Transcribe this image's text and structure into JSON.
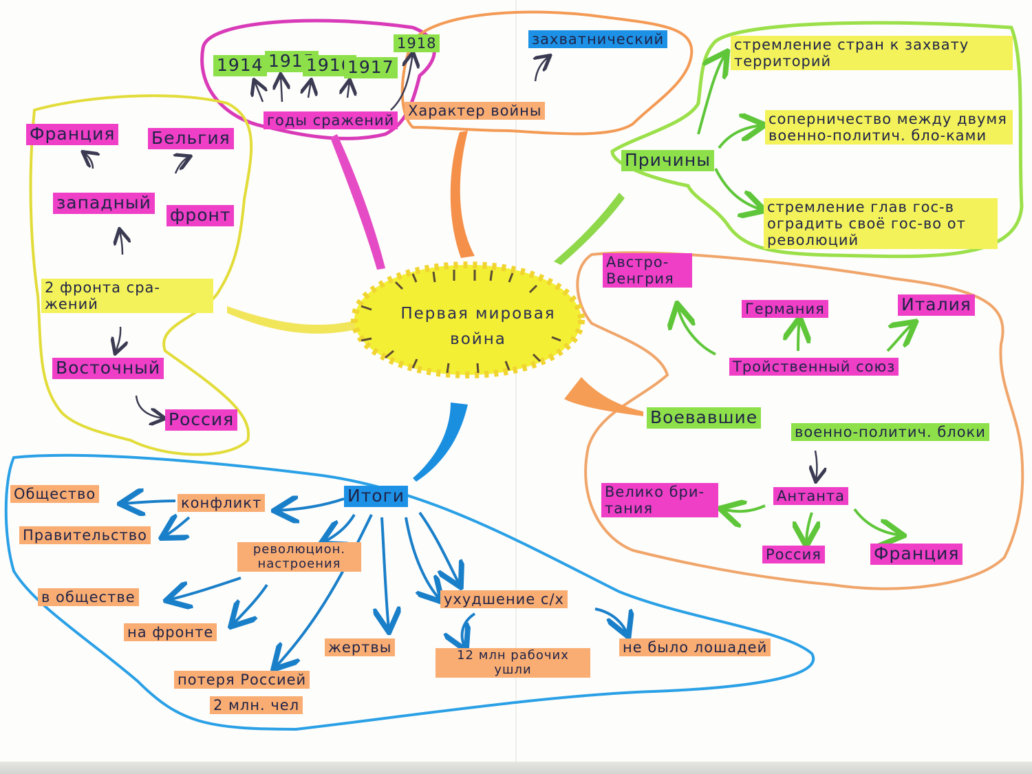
{
  "center": {
    "title": "Первая мировая война"
  },
  "years": {
    "caption": "годы сражений",
    "items": [
      "1914",
      "1915",
      "1916",
      "1917",
      "1918"
    ]
  },
  "character": {
    "caption": "Характер войны",
    "value": "захватнический"
  },
  "causes": {
    "caption": "Причины",
    "items": [
      "стремление стран к захвату территорий",
      "соперничество между двумя военно-политич. бло-ками",
      "стремление глав гос-в оградить своё гос-во от революций"
    ]
  },
  "fronts": {
    "caption": "2 фронта сра-жений",
    "western": {
      "label1": "западный",
      "label2": "фронт",
      "countries": [
        "Франция",
        "Бельгия"
      ]
    },
    "eastern": {
      "label": "Восточный",
      "country": "Россия"
    }
  },
  "blocs": {
    "caption_left": "Воевавшие",
    "caption_right": "военно-политич. блоки",
    "triple": {
      "label": "Тройственный союз",
      "members": [
        "Австро-Венгрия",
        "Германия",
        "Италия"
      ]
    },
    "entente": {
      "label": "Антанта",
      "members": [
        "Велико бри-тания",
        "Россия",
        "Франция"
      ]
    }
  },
  "results": {
    "caption": "Итоги",
    "conflict": "конфликт",
    "society": "Общество",
    "government": "Правительство",
    "revolution": "революцион. настроения",
    "in_society": "в обществе",
    "at_front": "на фронте",
    "loss": "потеря Россией",
    "loss_value": "2 млн. чел",
    "victims": "жертвы",
    "agriculture": "ухудшение с/х",
    "workers": "12 млн рабочих ушли",
    "no_horses": "не было лошадей"
  },
  "colors": {
    "yellow": "#f3f25a",
    "pink": "#ee3fc6",
    "green": "#8ee04a",
    "orange": "#f9ad73",
    "blue": "#1d91e6"
  }
}
